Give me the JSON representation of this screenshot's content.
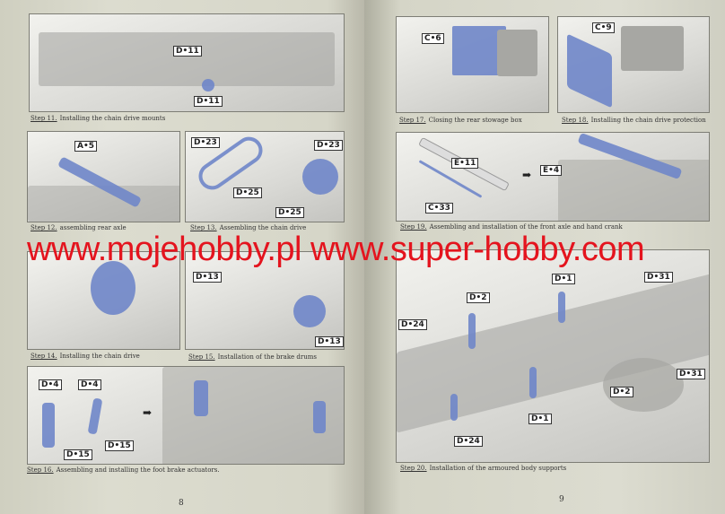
{
  "left_page": {
    "page_number": "8",
    "steps": [
      {
        "step": "Step 11.",
        "title": "Installing the chain drive mounts",
        "labels": [
          "D•11",
          "D•11"
        ]
      },
      {
        "step": "Step 12.",
        "title": "assembling rear axle",
        "labels": [
          "A•5"
        ]
      },
      {
        "step": "Step 13.",
        "title": "Assembling the chain drive",
        "labels": [
          "D•23",
          "D•23",
          "D•25",
          "D•25"
        ]
      },
      {
        "step": "Step 14.",
        "title": "Installing the chain drive",
        "labels": []
      },
      {
        "step": "Step 15.",
        "title": "Installation of the brake drums",
        "labels": [
          "D•13",
          "D•13"
        ]
      },
      {
        "step": "Step 16.",
        "title": "Assembling and installing the foot brake actuators.",
        "labels": [
          "D•4",
          "D•4",
          "D•15",
          "D•15"
        ]
      }
    ]
  },
  "right_page": {
    "page_number": "9",
    "steps": [
      {
        "step": "Step 17.",
        "title": "Closing the rear stowage box",
        "labels": [
          "C•6"
        ]
      },
      {
        "step": "Step 18.",
        "title": "Installing the chain drive protection",
        "labels": [
          "C•9"
        ]
      },
      {
        "step": "Step 19.",
        "title": "Assembling and installation of the front axle and hand crank",
        "labels": [
          "E•11",
          "C•33",
          "E•4"
        ]
      },
      {
        "step": "Step 20.",
        "title": "Installation of the armoured body supports",
        "labels": [
          "D•31",
          "D•1",
          "D•2",
          "D•24",
          "D•31",
          "D•2",
          "D•1",
          "D•24"
        ]
      }
    ]
  },
  "watermark": "www.mojehobby.pl www.super-hobby.com"
}
